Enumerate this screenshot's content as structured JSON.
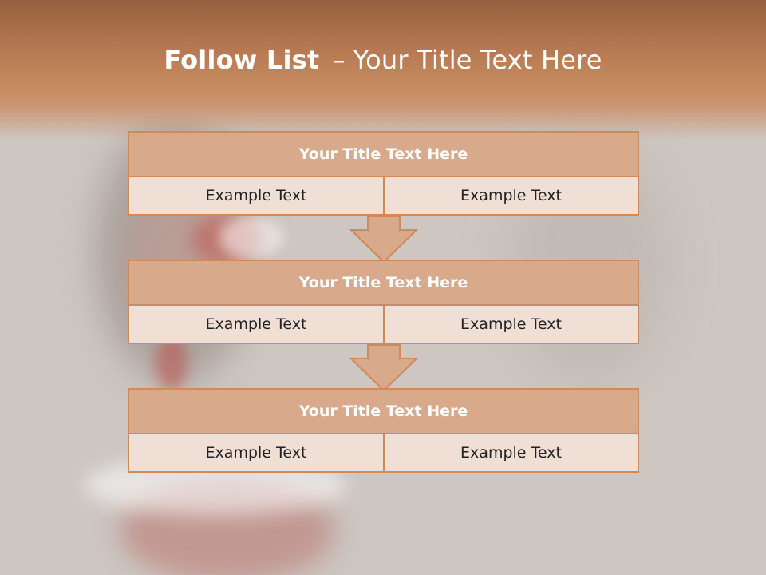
{
  "title": {
    "bold": "Follow List",
    "separator": "–",
    "rest": "Your Title Text Here"
  },
  "blocks": [
    {
      "heading": "Your Title Text Here",
      "left": "Example Text",
      "right": "Example Text"
    },
    {
      "heading": "Your Title Text Here",
      "left": "Example Text",
      "right": "Example Text"
    },
    {
      "heading": "Your Title Text Here",
      "left": "Example Text",
      "right": "Example Text"
    }
  ],
  "colors": {
    "accent": "#cd8a5f",
    "header_fill": "#d8a98a",
    "cell_fill": "#efdfd5",
    "title_band": "#c88d62"
  }
}
